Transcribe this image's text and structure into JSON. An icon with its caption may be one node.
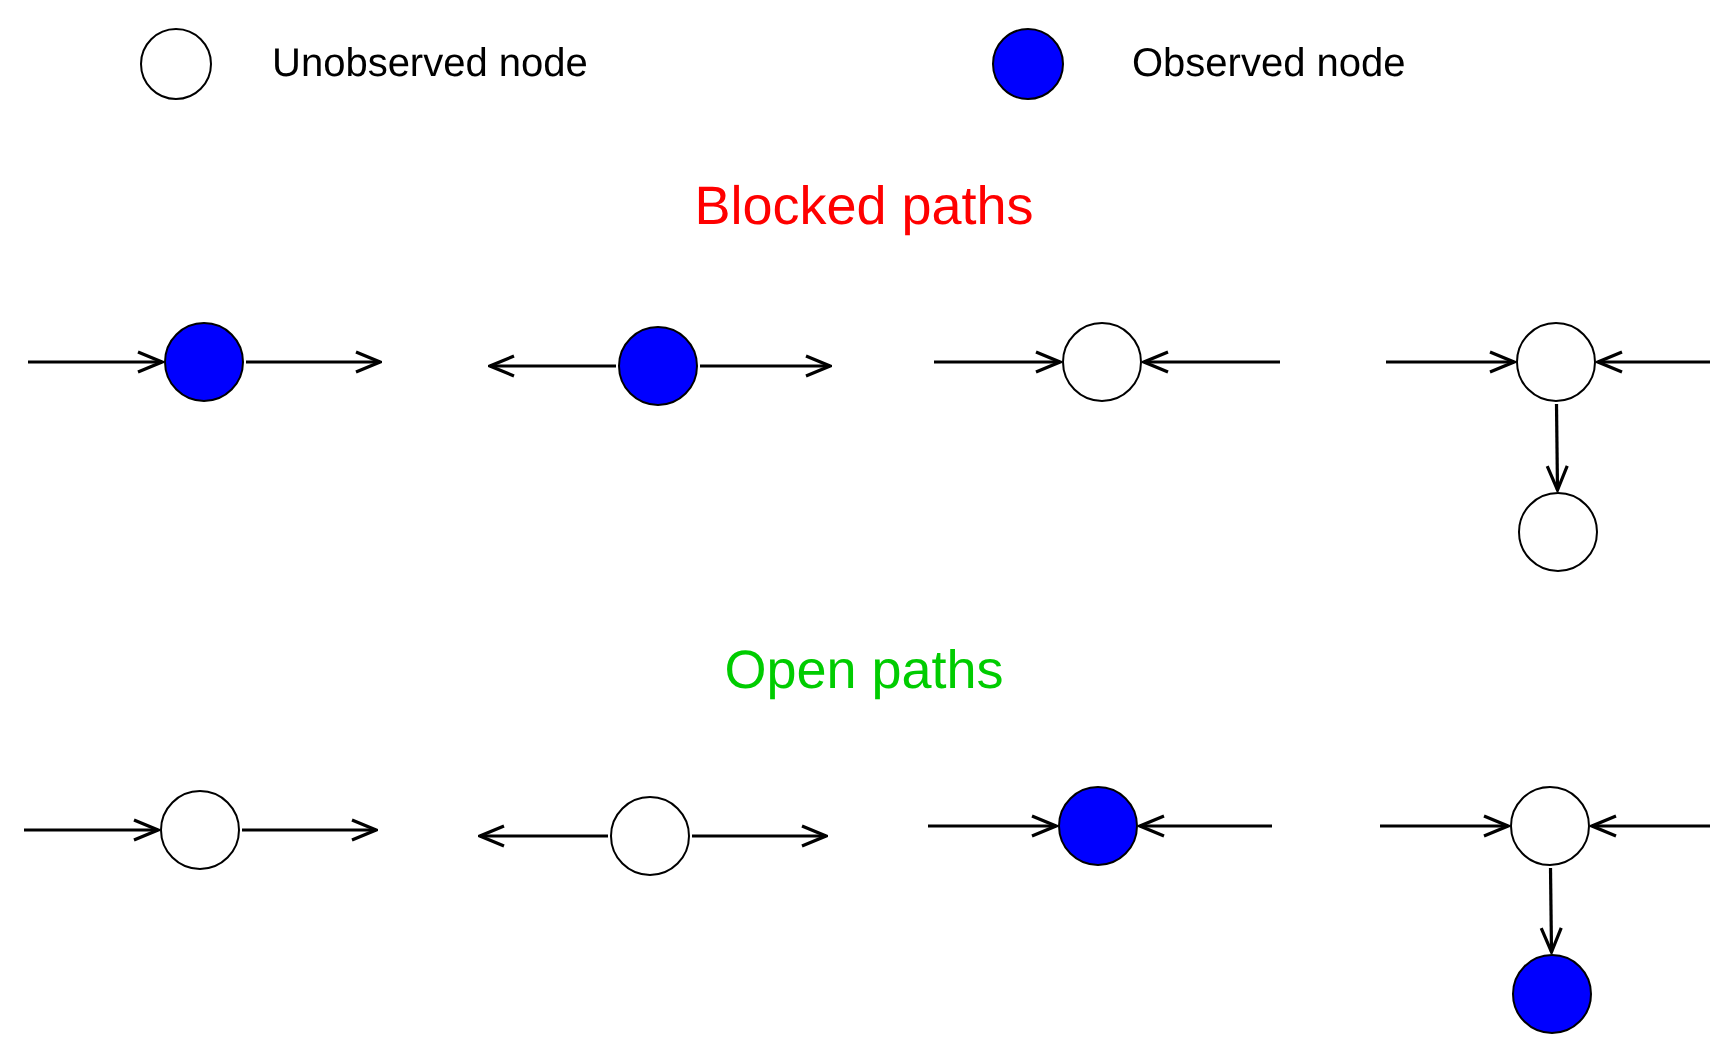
{
  "diagram": {
    "nodes": [
      {
        "text": [],
        "shape": "circle"
      },
      {
        "text": [],
        "shape": "circle"
      },
      {
        "text": [],
        "shape": "circle"
      },
      {
        "text": [],
        "shape": "circle"
      },
      {
        "text": [],
        "shape": "circle"
      },
      {
        "text": [],
        "shape": "circle"
      },
      {
        "text": [],
        "shape": "circle"
      },
      {
        "text": [],
        "shape": "circle"
      },
      {
        "text": [],
        "shape": "circle"
      },
      {
        "text": [],
        "shape": "circle"
      }
    ],
    "edges": [
      {
        "from": null,
        "to": 0,
        "arrow": "to"
      },
      {
        "from": 0,
        "to": null,
        "arrow": "to"
      },
      {
        "from": 1,
        "to": null,
        "arrow": "to"
      },
      {
        "from": 1,
        "to": null,
        "arrow": "to"
      },
      {
        "from": null,
        "to": 2,
        "arrow": "to"
      },
      {
        "from": null,
        "to": 2,
        "arrow": "to"
      },
      {
        "from": null,
        "to": 3,
        "arrow": "to"
      },
      {
        "from": null,
        "to": 3,
        "arrow": "to"
      },
      {
        "from": 3,
        "to": 4,
        "arrow": "to"
      },
      {
        "from": null,
        "to": 5,
        "arrow": "to"
      },
      {
        "from": 5,
        "to": null,
        "arrow": "to"
      },
      {
        "from": 6,
        "to": null,
        "arrow": "to"
      },
      {
        "from": 6,
        "to": null,
        "arrow": "to"
      },
      {
        "from": null,
        "to": 7,
        "arrow": "to"
      },
      {
        "from": null,
        "to": 7,
        "arrow": "to"
      },
      {
        "from": null,
        "to": 8,
        "arrow": "to"
      },
      {
        "from": null,
        "to": 8,
        "arrow": "to"
      },
      {
        "from": 8,
        "to": 9,
        "arrow": "to"
      }
    ],
    "labels": [
      "Blocked paths",
      "Open paths"
    ],
    "legend": [
      {
        "text": "Unobserved node",
        "color": "#ffffff"
      },
      {
        "text": "Observed node",
        "color": "#0000ff"
      }
    ]
  }
}
